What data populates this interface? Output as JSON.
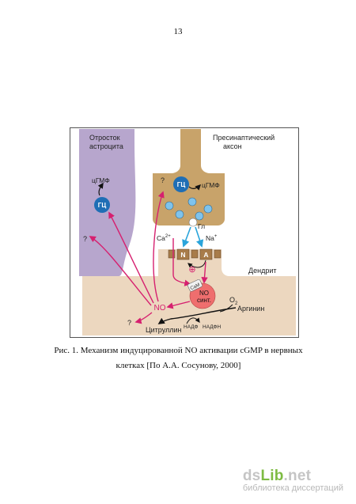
{
  "page": {
    "number": "13"
  },
  "figure": {
    "labels": {
      "astrocyte": [
        "Отросток",
        "астроцита"
      ],
      "presynaptic": [
        "Пресинаптический",
        "аксон"
      ],
      "gc": "ГЦ",
      "cgmp": "цГМФ",
      "question": "?",
      "ca": "Ca",
      "ca_sup": "2+",
      "na": "Na",
      "na_sup": "+",
      "gl": "Гл",
      "receptor_n": "N",
      "receptor_a": "A",
      "plus": "⊕",
      "dendrite": "Дендрит",
      "cam": "CaM",
      "no_synthase": [
        "NO",
        "синт."
      ],
      "no": "NO",
      "o2": "O",
      "o2_sub": "2",
      "arginine": "Аргинин",
      "nadf_left": "НАДФ",
      "nadfh": "НАДФН",
      "citrulline": "Цитруллин"
    },
    "colors": {
      "astrocyte": "#b7a6cd",
      "axon": "#c8a36a",
      "dendrite": "#ecd7bf",
      "gc_circle": "#1f6eb5",
      "vesicle": "#7fc3ec",
      "receptor": "#a87c4a",
      "magenta_arrow": "#d6206f",
      "blue_arrow": "#29a4db",
      "no_synthase": "#ef6e6e"
    }
  },
  "caption": {
    "line1": "Рис. 1. Механизм индуцированной NO активации cGMP в нервных",
    "line2": "клетках [По А.А. Сосунову, 2000]"
  },
  "watermark": {
    "brand_dark": "ds",
    "brand_green": "Lib",
    "brand_tld": ".net",
    "subtitle": "библиотека диссертаций"
  }
}
